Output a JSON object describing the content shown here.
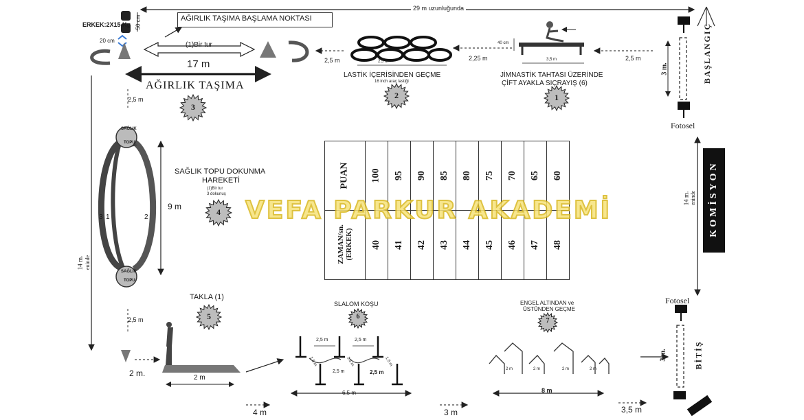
{
  "header": {
    "track_length": "29 m uzunluğunda",
    "male_weights": "ERKEK:2X15 Kg",
    "weight_height": "50 cm",
    "weight_width": "20 cm"
  },
  "start_box": "AĞIRLIK TAŞIMA BAŞLAMA NOKTASI",
  "weight_carry": {
    "tour": "(1)Bir tur",
    "distance": "17 m",
    "title": "AĞIRLIK TAŞIMA",
    "station": "3",
    "gap": "2,5 m"
  },
  "tires": {
    "gap_left": "2,5 m",
    "gap_right": "2,25 m",
    "width": "2,5 m",
    "title": "LASTİK İÇERİSİNDEN GEÇME",
    "subtitle": "16 inch araç lastiği",
    "station": "2"
  },
  "gym_board": {
    "height": "40 cm",
    "width": "3,5 m",
    "gap": "2,5 m",
    "title_line1": "JİMNASTİK TAHTASI ÜZERİNDE",
    "title_line2": "ÇİFT AYAKLA SIÇRAYIŞ (6)",
    "station": "1"
  },
  "start_zone": {
    "label": "BAŞLANGIÇ",
    "length": "3 m.",
    "photocell": "Fotosel"
  },
  "health_ball": {
    "ball_label_line1": "SAĞLIK",
    "ball_label_line2": "TOPU",
    "title_line1": "SAĞLIK TOPU DOKUNMA",
    "title_line2": "HAREKETİ",
    "note_line1": "(1)Bir tur",
    "note_line2": "3 dokunuş",
    "distance": "9 m",
    "station": "4",
    "n3": "3",
    "n1": "1",
    "n2": "2"
  },
  "side_left": {
    "width": "14 m.",
    "unit": "eninde"
  },
  "side_right": {
    "width": "14 m.",
    "unit": "eninde"
  },
  "score_table": {
    "header_points": "PUAN",
    "header_time_line1": "ZAMAN/sn.",
    "header_time_line2": "(ERKEK)",
    "points": [
      "100",
      "95",
      "90",
      "85",
      "80",
      "75",
      "70",
      "65",
      "60"
    ],
    "times": [
      "40",
      "41",
      "42",
      "43",
      "44",
      "45",
      "46",
      "47",
      "48"
    ]
  },
  "commission": "KOMİSYON",
  "watermark": "VEFA PARKUR AKADEMİ",
  "roll": {
    "title": "TAKLA (1)",
    "station": "5",
    "gap": "2,5 m",
    "mat_length": "2 m",
    "gap_left": "2 m."
  },
  "slalom": {
    "title": "SLALOM KOŞU",
    "station": "6",
    "seg_top_1": "2,5 m",
    "seg_top_2": "2,5 m",
    "seg_bot_1": "2,5 m",
    "seg_bot_2": "2,5 m",
    "diag_a": "1,5 m",
    "diag_b": "1,5 m",
    "diag_c": "1,5 m",
    "total": "6,5 m",
    "gap": "4 m"
  },
  "hurdles": {
    "title_line1": "ENGEL ALTINDAN ve",
    "title_line2": "ÜSTÜNDEN GEÇME",
    "station": "7",
    "w1": "2 m",
    "w2": "2 m",
    "w3": "2 m",
    "w4": "2 m",
    "total": "8 m",
    "gap": "3 m"
  },
  "finish_zone": {
    "label": "BİTİŞ",
    "length": "3 m.",
    "photocell": "Fotosel",
    "gap": "3,5 m"
  }
}
